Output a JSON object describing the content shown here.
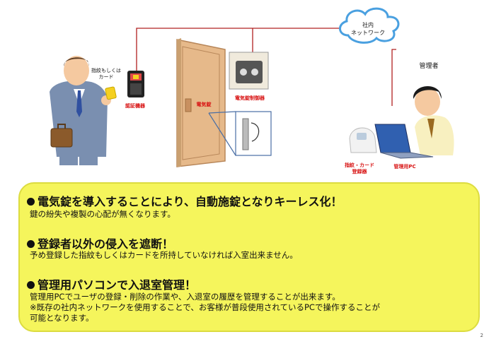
{
  "diagram": {
    "cloud_label_1": "社内",
    "cloud_label_2": "ネットワーク",
    "admin_label": "管理者",
    "card_label_1": "指紋もしくは",
    "card_label_2": "カード",
    "reader_label": "認証機器",
    "lock_label": "電気錠",
    "controller_label": "電気錠制御器",
    "register_label_1": "指紋・カード",
    "register_label_2": "登録器",
    "pc_label": "管理用PC"
  },
  "points": [
    {
      "heading": "電気錠を導入することにより、自動施錠となりキーレス化！",
      "lines": [
        "鍵の紛失や複製の心配が無くなります。"
      ]
    },
    {
      "heading": "登録者以外の侵入を遮断！",
      "lines": [
        "予め登録した指紋もしくはカードを所持していなければ入室出来ません。"
      ]
    },
    {
      "heading": "管理用パソコンで入退室管理！",
      "lines": [
        "管理用PCでユーザの登録・削除の作業や、入退室の履歴を管理することが出来ます。",
        "※既存の社内ネットワークを使用することで、お客様が普段使用されているPCで操作することが",
        " 可能となります。"
      ]
    }
  ],
  "page_number": "2",
  "colors": {
    "highlight_box": "#f5f55c",
    "label_red": "#d81414",
    "line_red": "#b02020",
    "cloud_blue": "#4aa0e0"
  }
}
